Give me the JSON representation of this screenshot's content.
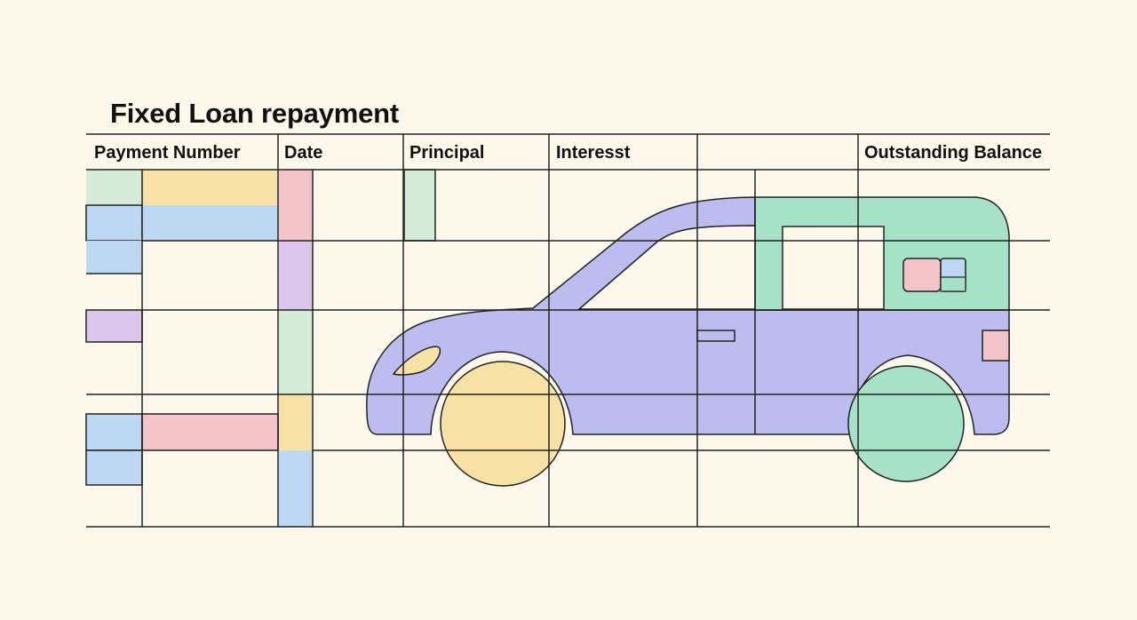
{
  "title": "Fixed Loan repayment",
  "columns": {
    "payment_number": "Payment Number",
    "date": "Date",
    "principal": "Principal",
    "interest": "Interesst",
    "blank": "",
    "outstanding_balance": "Outstanding Balance"
  },
  "colors": {
    "background": "#fdf8ec",
    "grid_line": "#222222",
    "car_body": "#bcbcef",
    "car_roof_rear": "#a6e1c8",
    "front_wheel": "#f7e2a6",
    "rear_wheel": "#a6e1c8",
    "cell_green": "#d4ebd7",
    "cell_yellow": "#f7e2a6",
    "cell_blue": "#bcd8f2",
    "cell_purple": "#dcc6ee",
    "cell_pink": "#f3c4c9"
  }
}
